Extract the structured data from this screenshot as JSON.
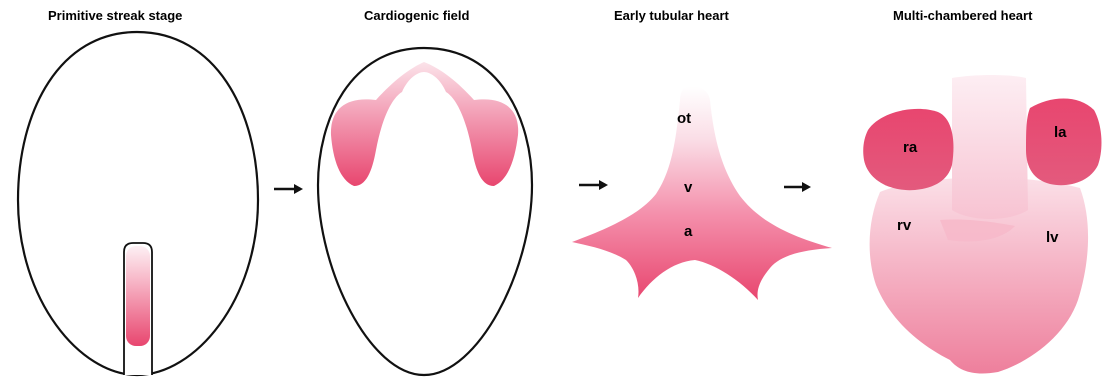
{
  "stages": [
    {
      "title": "Primitive streak stage"
    },
    {
      "title": "Cardiogenic field"
    },
    {
      "title": "Early tubular heart",
      "labels": {
        "outflow_tract": "ot",
        "ventricle": "v",
        "atrium": "a"
      }
    },
    {
      "title": "Multi-chambered heart",
      "labels": {
        "right_atrium": "ra",
        "left_atrium": "la",
        "right_ventricle": "rv",
        "left_ventricle": "lv"
      }
    }
  ],
  "colors": {
    "tissue_dark": "#e8466f",
    "tissue_mid": "#f39ab2",
    "tissue_light": "#fbe0e8",
    "outline": "#111111"
  },
  "icons": {
    "arrow": "right-arrow-icon"
  }
}
